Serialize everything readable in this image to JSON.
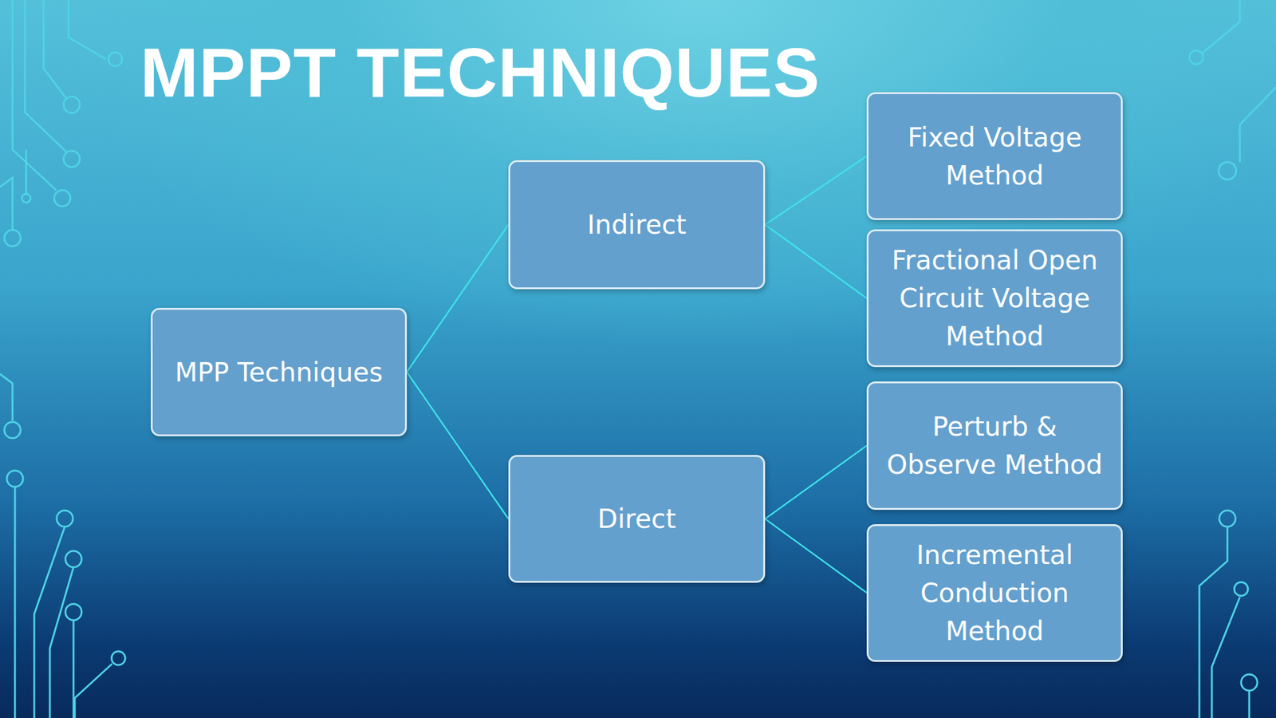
{
  "diagram": {
    "title": "MPPT TECHNIQUES",
    "nodes": [
      {
        "text": [
          "MPP Techniques"
        ]
      },
      {
        "text": [
          "Indirect"
        ]
      },
      {
        "text": [
          "Fixed Voltage Method"
        ]
      },
      {
        "text": [
          "Fractional Open Circuit Voltage Method"
        ]
      },
      {
        "text": [
          "Direct"
        ]
      },
      {
        "text": [
          "Perturb & Observe Method"
        ]
      },
      {
        "text": [
          "Incremental Conduction Method"
        ]
      }
    ],
    "edges": [
      {
        "from": 0,
        "to": 1,
        "arrow": "none"
      },
      {
        "from": 0,
        "to": 4,
        "arrow": "none"
      },
      {
        "from": 1,
        "to": 2,
        "arrow": "none"
      },
      {
        "from": 1,
        "to": 3,
        "arrow": "none"
      },
      {
        "from": 4,
        "to": 5,
        "arrow": "none"
      },
      {
        "from": 4,
        "to": 6,
        "arrow": "none"
      }
    ]
  }
}
